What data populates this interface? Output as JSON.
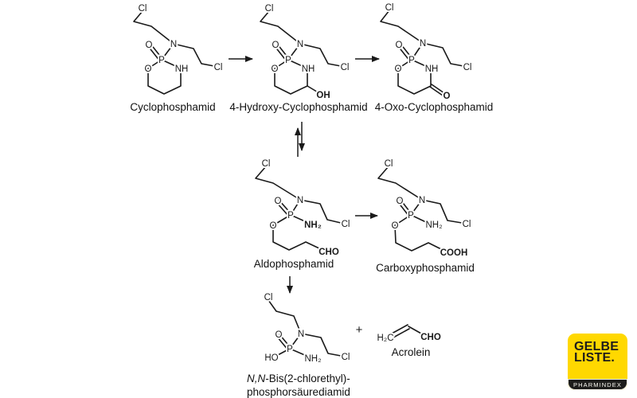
{
  "atoms": {
    "cl": "Cl",
    "o": "O",
    "n": "N",
    "p": "P",
    "nh": "NH",
    "oh": "OH",
    "nh2": "NH₂",
    "ho": "HO",
    "cho": "CHO",
    "cooh": "COOH",
    "h2c": "H₂C",
    "plus": "+"
  },
  "molecules": {
    "cyclophosphamid": {
      "label": "Cyclophosphamid"
    },
    "hydroxy_cyclophosphamid": {
      "label": "4-Hydroxy-Cyclophosphamid"
    },
    "oxo_cyclophosphamid": {
      "label": "4-Oxo-Cyclophosphamid"
    },
    "aldophosphamid": {
      "label": "Aldophosphamid"
    },
    "carboxyphosphamid": {
      "label": "Carboxyphosphamid"
    },
    "bis_chlorethyl_diamid": {
      "italic_prefix": "N,N",
      "label_rest": "-Bis(2-chlorethyl)-",
      "label_line2": "phosphorsäurediamid"
    },
    "acrolein": {
      "label": "Acrolein"
    }
  },
  "colors": {
    "red": "#c1201a",
    "blue": "#1e7ec2",
    "black": "#1a1a1a",
    "logo_yellow": "#ffd800"
  },
  "logo": {
    "line1": "GELBE",
    "line2": "LISTE.",
    "subtitle": "PHARMINDEX"
  }
}
